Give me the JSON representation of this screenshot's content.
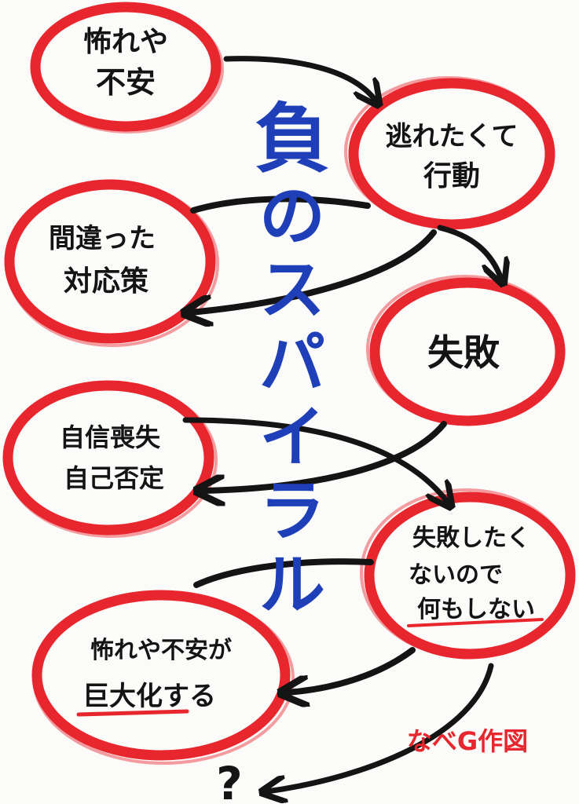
{
  "title_chars": [
    "負",
    "の",
    "ス",
    "パ",
    "イ",
    "ラ",
    "ル"
  ],
  "nodes": [
    {
      "id": "fear",
      "lines": [
        "怖れや",
        "不安"
      ]
    },
    {
      "id": "escape",
      "lines": [
        "逃れたくて",
        "行動"
      ]
    },
    {
      "id": "wrong",
      "lines": [
        "間違った",
        "対応策"
      ]
    },
    {
      "id": "failure",
      "lines": [
        "失敗"
      ]
    },
    {
      "id": "confidence",
      "lines": [
        "自信喪失",
        "自己否定"
      ]
    },
    {
      "id": "inaction",
      "lines": [
        "失敗したく",
        "ないので",
        "何もしない"
      ]
    },
    {
      "id": "growth",
      "lines": [
        "怖れや不安が",
        "巨大化する"
      ]
    }
  ],
  "question": "?",
  "credit": "なべG作図",
  "colors": {
    "circle": "#e8262e",
    "title": "#1f3fb8",
    "ink": "#141414"
  }
}
